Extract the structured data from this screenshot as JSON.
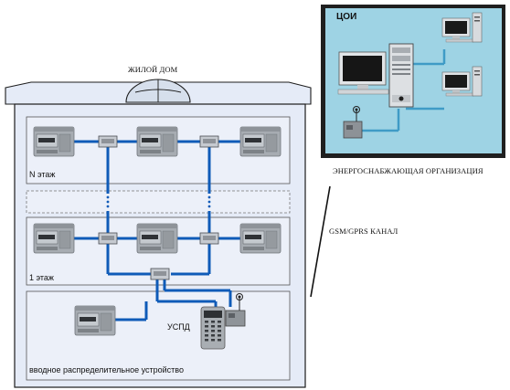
{
  "building": {
    "title": "ЖИЛОЙ ДОМ",
    "floor_top_label": "N этаж",
    "floor_bottom_label": "1 этаж",
    "uspd_label": "УСПД",
    "input_device_label": "вводное распределительное устройство"
  },
  "center": {
    "title": "ЦОИ",
    "org_label": "ЭНЕРГОСНАБЖАЮЩАЯ ОРГАНИЗАЦИЯ"
  },
  "channel_label": "GSM/GPRS КАНАЛ",
  "colors": {
    "line": "#0f5bb8",
    "panel": "#e5ebf7",
    "center_bg": "#9ed3e4",
    "meter": "#a7acb2"
  }
}
